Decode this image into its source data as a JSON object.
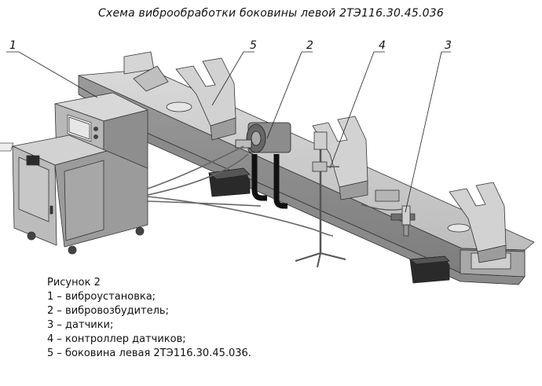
{
  "title": "Схема виброобработки боковины левой 2ТЭ116.30.45.036",
  "callouts": [
    "1",
    "5",
    "2",
    "4",
    "3"
  ],
  "caption": {
    "heading": "Рисунок 2",
    "items": [
      "1 – виброустановка;",
      "2 – вибровозбудитель;",
      "3 – датчики;",
      "4 – контроллер датчиков;",
      "5 – боковина левая 2ТЭ116.30.45.036."
    ]
  }
}
